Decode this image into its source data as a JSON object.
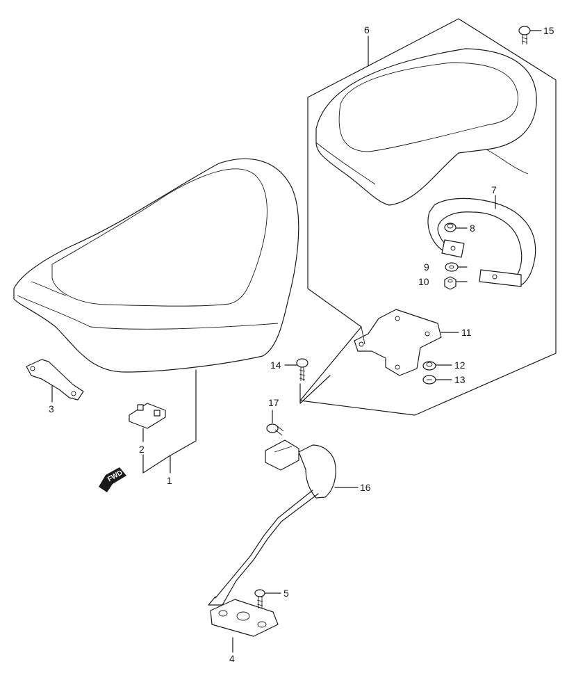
{
  "diagram": {
    "fwd_label": "FWD",
    "callouts": {
      "p1": "1",
      "p2": "2",
      "p3": "3",
      "p4": "4",
      "p5": "5",
      "p6": "6",
      "p7": "7",
      "p8": "8",
      "p9": "9",
      "p10": "10",
      "p11": "11",
      "p12": "12",
      "p13": "13",
      "p14": "14",
      "p15": "15",
      "p16": "16",
      "p17": "17"
    }
  }
}
